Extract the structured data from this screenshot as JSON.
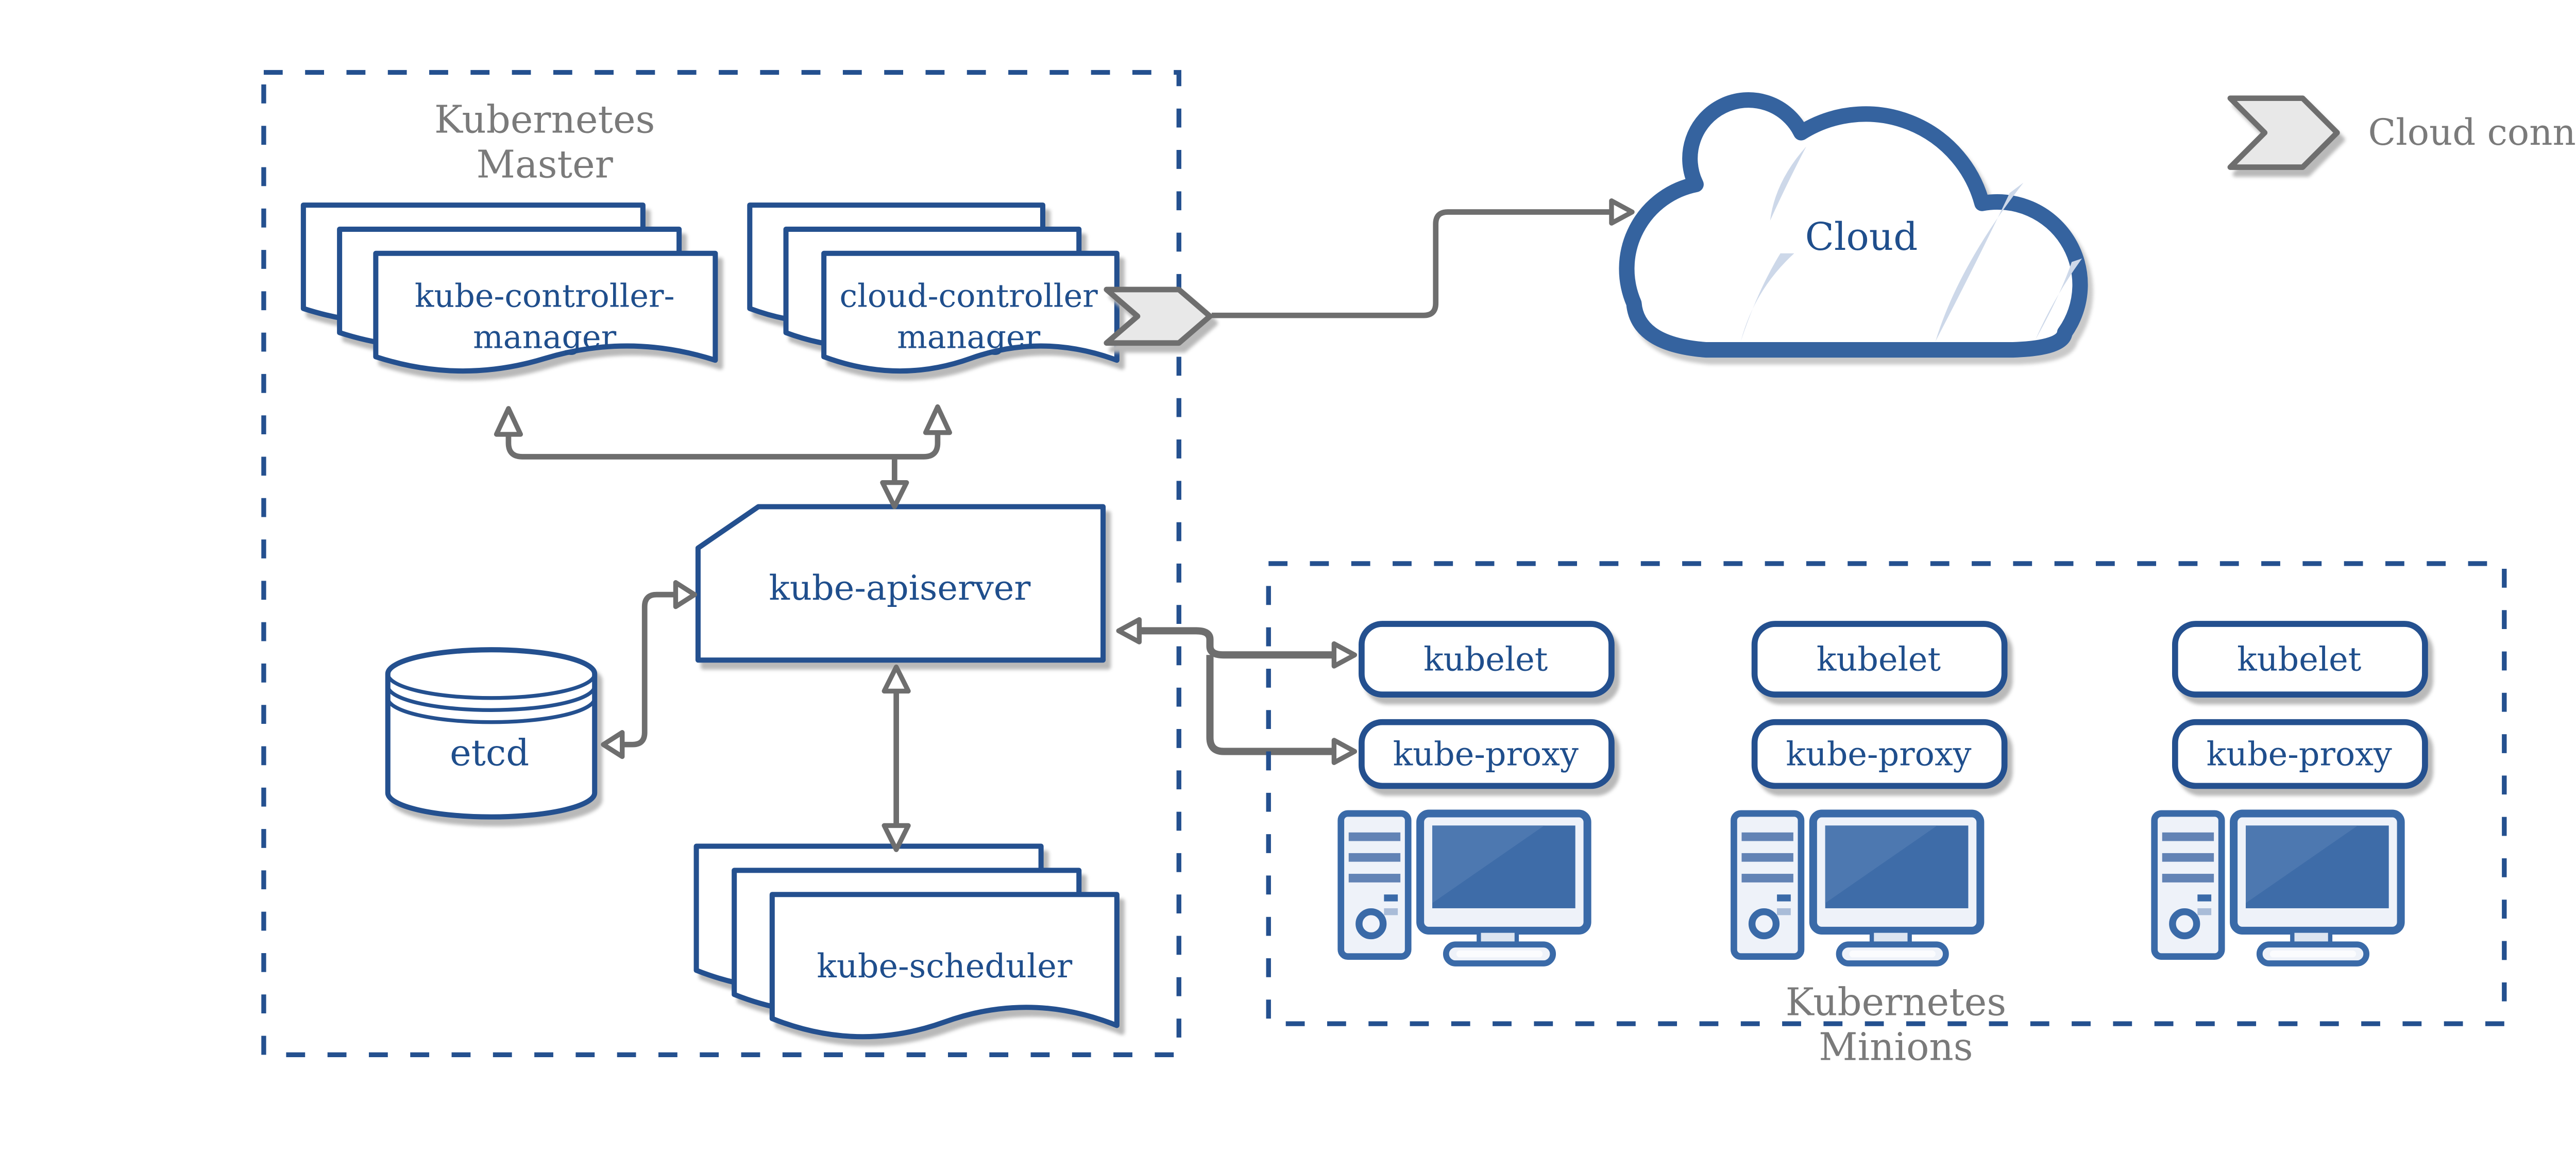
{
  "master": {
    "label": [
      "Kubernetes",
      "Master"
    ],
    "components": {
      "kube_controller_manager": {
        "label": [
          "kube-controller-",
          "manager"
        ]
      },
      "cloud_controller_manager": {
        "label": [
          "cloud-controller",
          "manager"
        ]
      },
      "kube_apiserver": {
        "label": "kube-apiserver"
      },
      "etcd": {
        "label": "etcd"
      },
      "kube_scheduler": {
        "label": "kube-scheduler"
      }
    }
  },
  "cloud": {
    "label": "Cloud"
  },
  "legend": {
    "cloud_connector": "Cloud connector"
  },
  "minions": {
    "label": [
      "Kubernetes",
      "Minions"
    ],
    "nodes": [
      {
        "kubelet": "kubelet",
        "kube_proxy": "kube-proxy"
      },
      {
        "kubelet": "kubelet",
        "kube_proxy": "kube-proxy"
      },
      {
        "kubelet": "kubelet",
        "kube_proxy": "kube-proxy"
      }
    ]
  },
  "colors": {
    "primary_blue": "#24508f",
    "text_blue": "#1f4e8c",
    "icon_blue": "#3a6aa8",
    "screen_blue": "#3e6ca8",
    "arrow_gray": "#6e6e6e",
    "label_gray": "#7a7a7a",
    "shadow_gray": "#b9b9b9",
    "chevron_fill": "#e8e8e8",
    "crescent_blue": "#cdd8e9"
  }
}
